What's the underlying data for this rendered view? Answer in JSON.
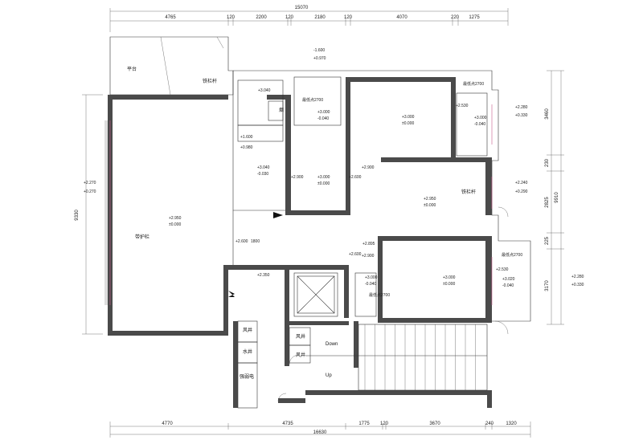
{
  "dimensions": {
    "top_total": "15070",
    "top_segments": [
      "4765",
      "120",
      "2200",
      "120",
      "2180",
      "120",
      "4070",
      "220",
      "1275"
    ],
    "bottom_total": "16630",
    "bottom_segments": [
      "4770",
      "4735",
      "1775",
      "120",
      "3670",
      "240",
      "1320"
    ],
    "left_total": "9330",
    "right_total": "9910",
    "right_segments": [
      "3460",
      "230",
      "2825",
      "225",
      "3170"
    ]
  },
  "room_labels": {
    "terrace": "平台",
    "iron_railing_top": "铁栏杆",
    "iron_railing_mid": "铁栏杆",
    "guard_railing": "带护栏",
    "flue": "烟",
    "wind_shaft_1": "风井",
    "water_shaft": "水井",
    "strong_weak_elec": "强弱电",
    "wind_shaft_2": "风井",
    "wind_shaft_3": "风井",
    "stair_down": "Down",
    "stair_up": "Up"
  },
  "notes": {
    "lowest_point_1": "最低点2700",
    "lowest_point_2": "最低点2700",
    "lowest_point_3": "最低点2700",
    "lowest_point_4": "最低点2700"
  },
  "levels": {
    "l01": "-1.600",
    "l02": "+0.970",
    "l03": "+3.040",
    "l04": "+3.000",
    "l05": "-0.040",
    "l06": "+3.000",
    "l07": "±0.000",
    "l08": "+3.000",
    "l09": "-0.040",
    "l10": "+2.530",
    "l11": "+2.280",
    "l12": "+0.330",
    "l13": "+1.600",
    "l14": "+0.980",
    "l15": "+3.040",
    "l16": "-0.030",
    "l17": "+2.900",
    "l18": "+3.000",
    "l19": "±0.000",
    "l20": "+2.600",
    "l21": "+2.900",
    "l22": "+2.240",
    "l23": "+0.290",
    "l24": "+2.270",
    "l25": "+0.270",
    "l26": "+2.950",
    "l27": "±0.000",
    "l28": "+2.950",
    "l29": "±0.000",
    "l30": "+2.600",
    "l31": "1800",
    "l32": "+2.895",
    "l33": "+2.600",
    "l34": "+2.350",
    "l35": "+3.000",
    "l36": "-0.040",
    "l37": "+3.000",
    "l38": "±0.000",
    "l39": "+2.530",
    "l40": "+3.020",
    "l41": "-0.040",
    "l42": "+2.280",
    "l43": "+0.330",
    "l44": "+2.900"
  }
}
